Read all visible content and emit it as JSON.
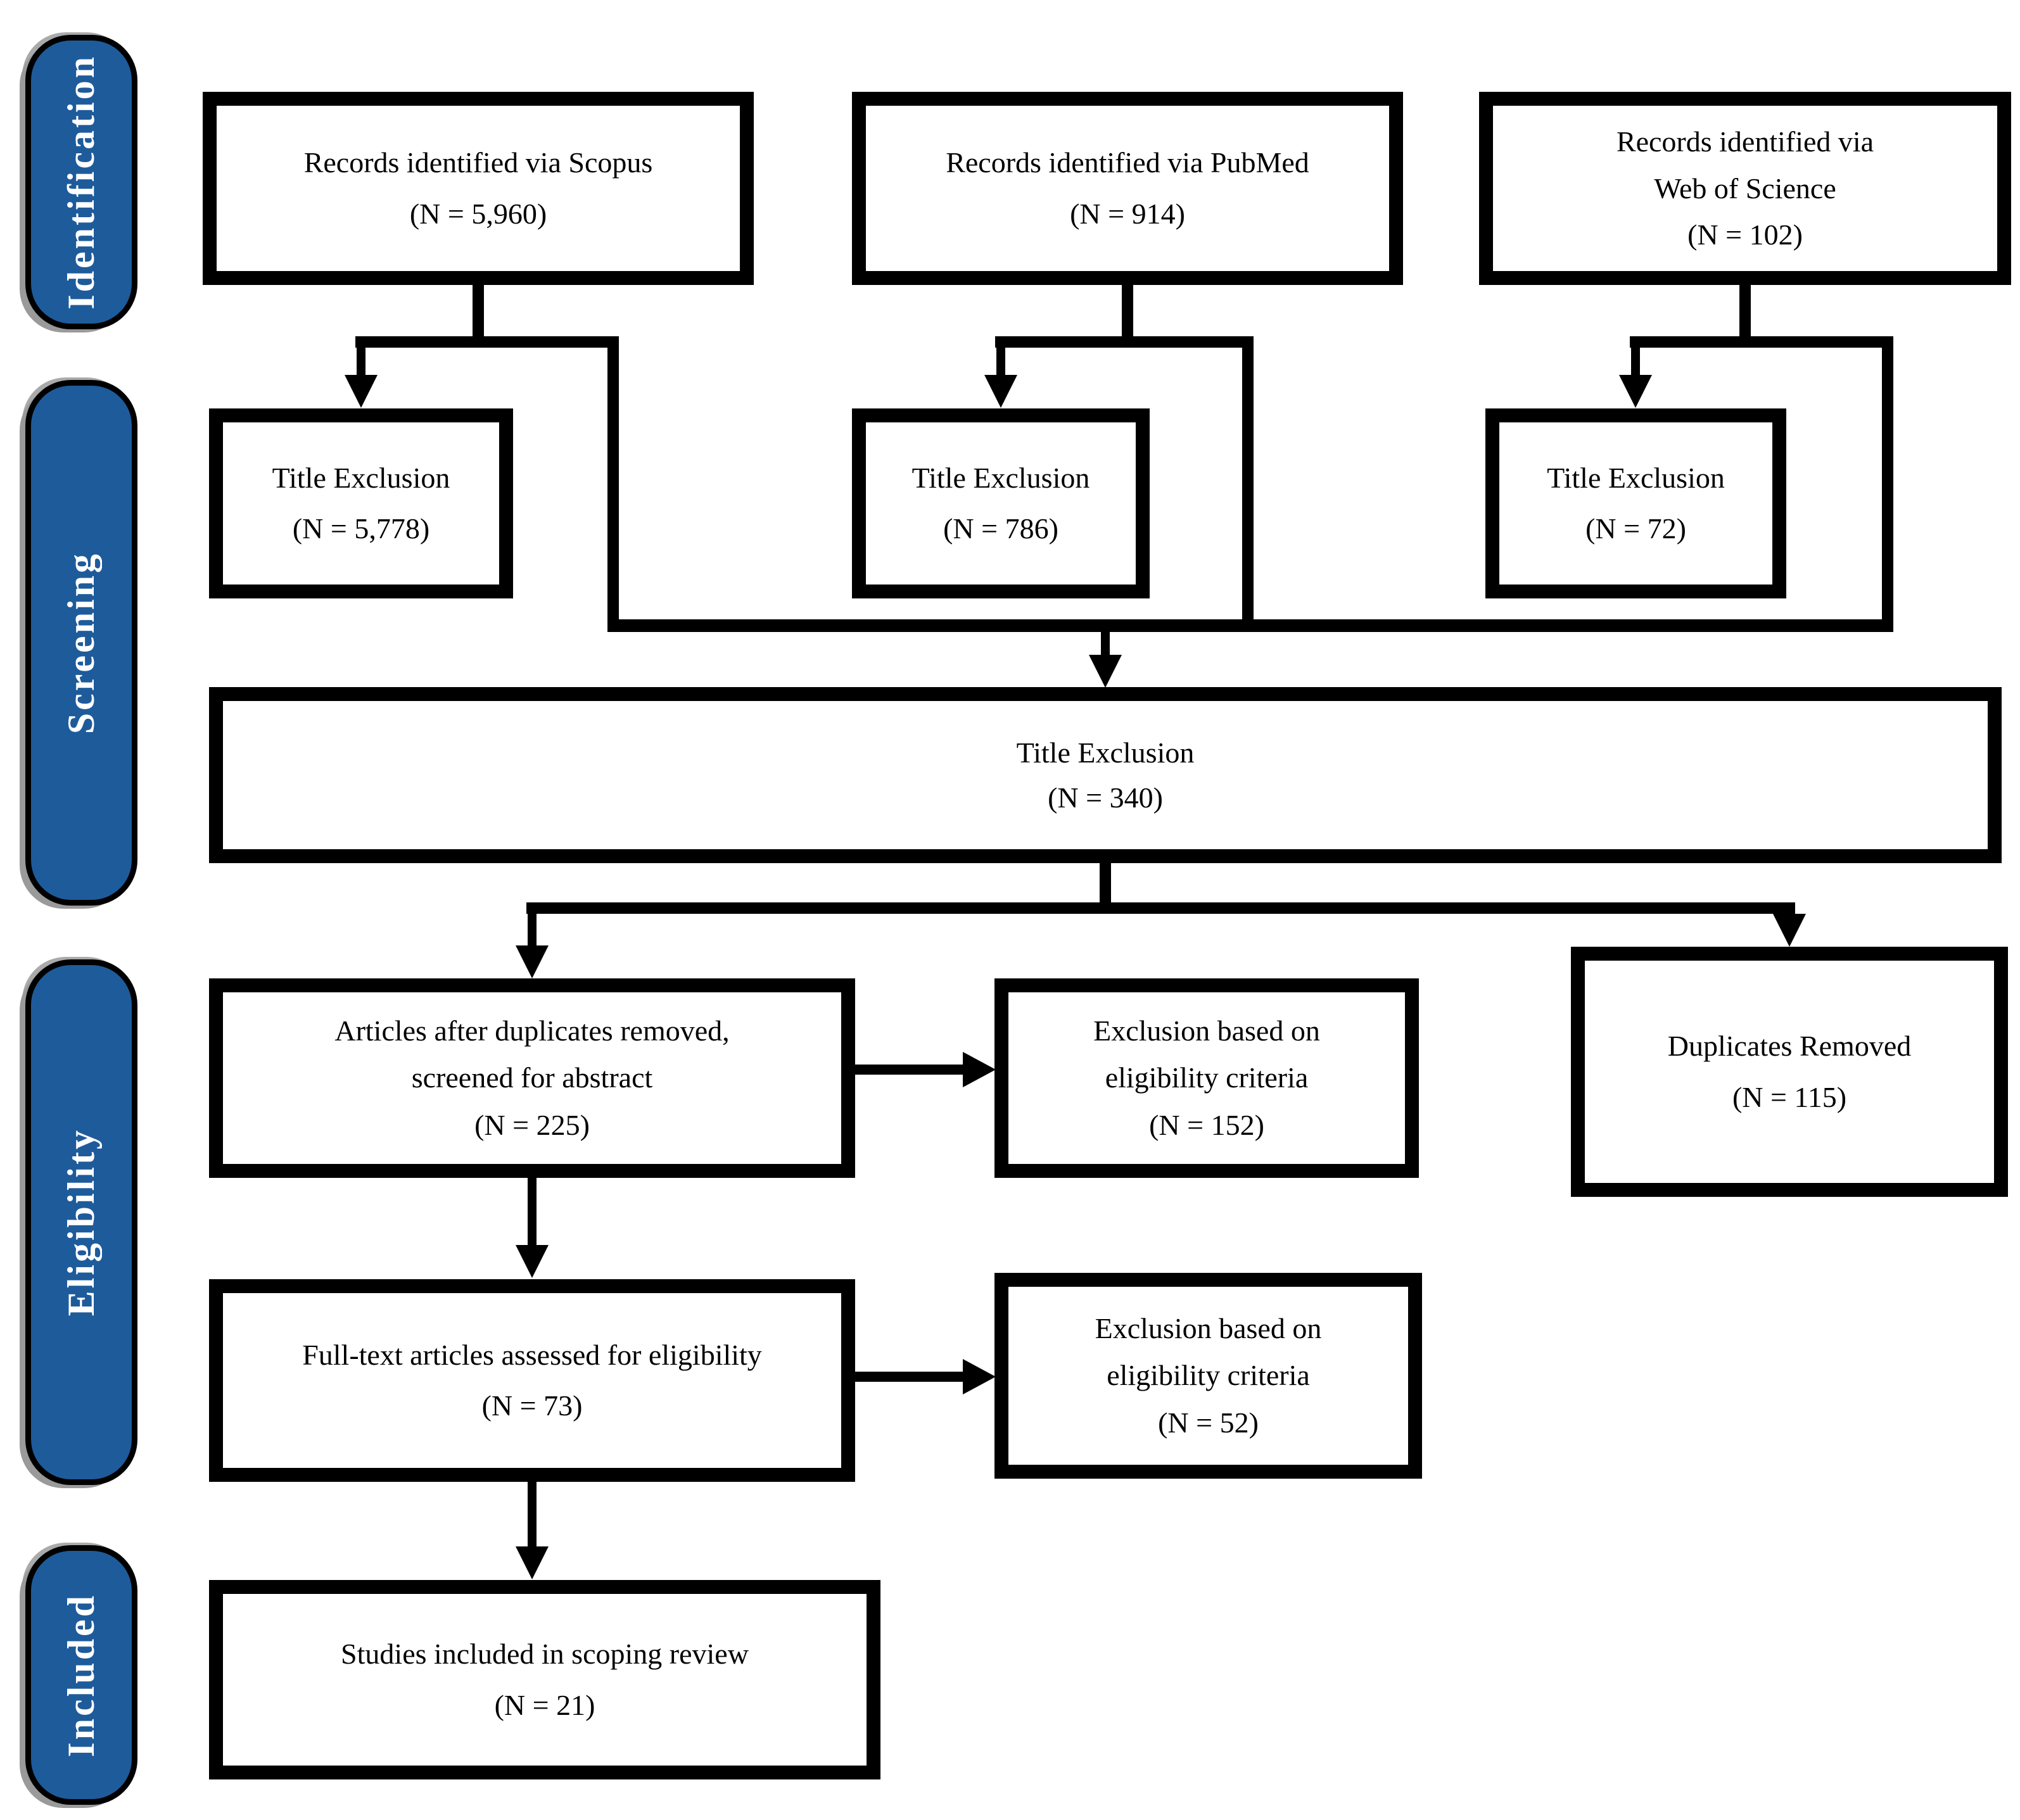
{
  "figure": {
    "kind": "PRISMA-style scoping review flow diagram",
    "background": "#ffffff"
  },
  "colors": {
    "stage_fill": "#1E5B9B",
    "stage_text": "#ffffff",
    "line": "#000000",
    "shadow": "#9a9a9a"
  },
  "stages": {
    "identification": "Identification",
    "screening": "Screening",
    "eligibility": "Eligibility",
    "included": "Included"
  },
  "nodes": {
    "scopus": {
      "lines": [
        "Records identified via Scopus",
        "(N = 5,960)"
      ]
    },
    "pubmed": {
      "lines": [
        "Records identified via PubMed",
        "(N = 914)"
      ]
    },
    "wos": {
      "lines": [
        "Records identified via",
        "Web of Science",
        "(N = 102)"
      ]
    },
    "title_excl_scopus": {
      "lines": [
        "Title Exclusion",
        "(N = 5,778)"
      ]
    },
    "title_excl_pubmed": {
      "lines": [
        "Title Exclusion",
        "(N = 786)"
      ]
    },
    "title_excl_wos": {
      "lines": [
        "Title Exclusion",
        "(N = 72)"
      ]
    },
    "title_excl_combined": {
      "lines": [
        "Title Exclusion",
        "(N = 340)"
      ]
    },
    "abstract_screened": {
      "lines": [
        "Articles after duplicates removed,",
        "screened for abstract",
        "(N = 225)"
      ]
    },
    "exclusion_eligibility_1": {
      "lines": [
        "Exclusion based on",
        "eligibility criteria",
        "(N = 152)"
      ]
    },
    "duplicates_removed": {
      "lines": [
        "Duplicates Removed",
        "(N = 115)"
      ]
    },
    "fulltext_assessed": {
      "lines": [
        "Full-text articles assessed for eligibility",
        "(N = 73)"
      ]
    },
    "exclusion_eligibility_2": {
      "lines": [
        "Exclusion based on",
        "eligibility criteria",
        "(N = 52)"
      ]
    },
    "included_studies": {
      "lines": [
        "Studies included in scoping review",
        "(N = 21)"
      ]
    }
  }
}
